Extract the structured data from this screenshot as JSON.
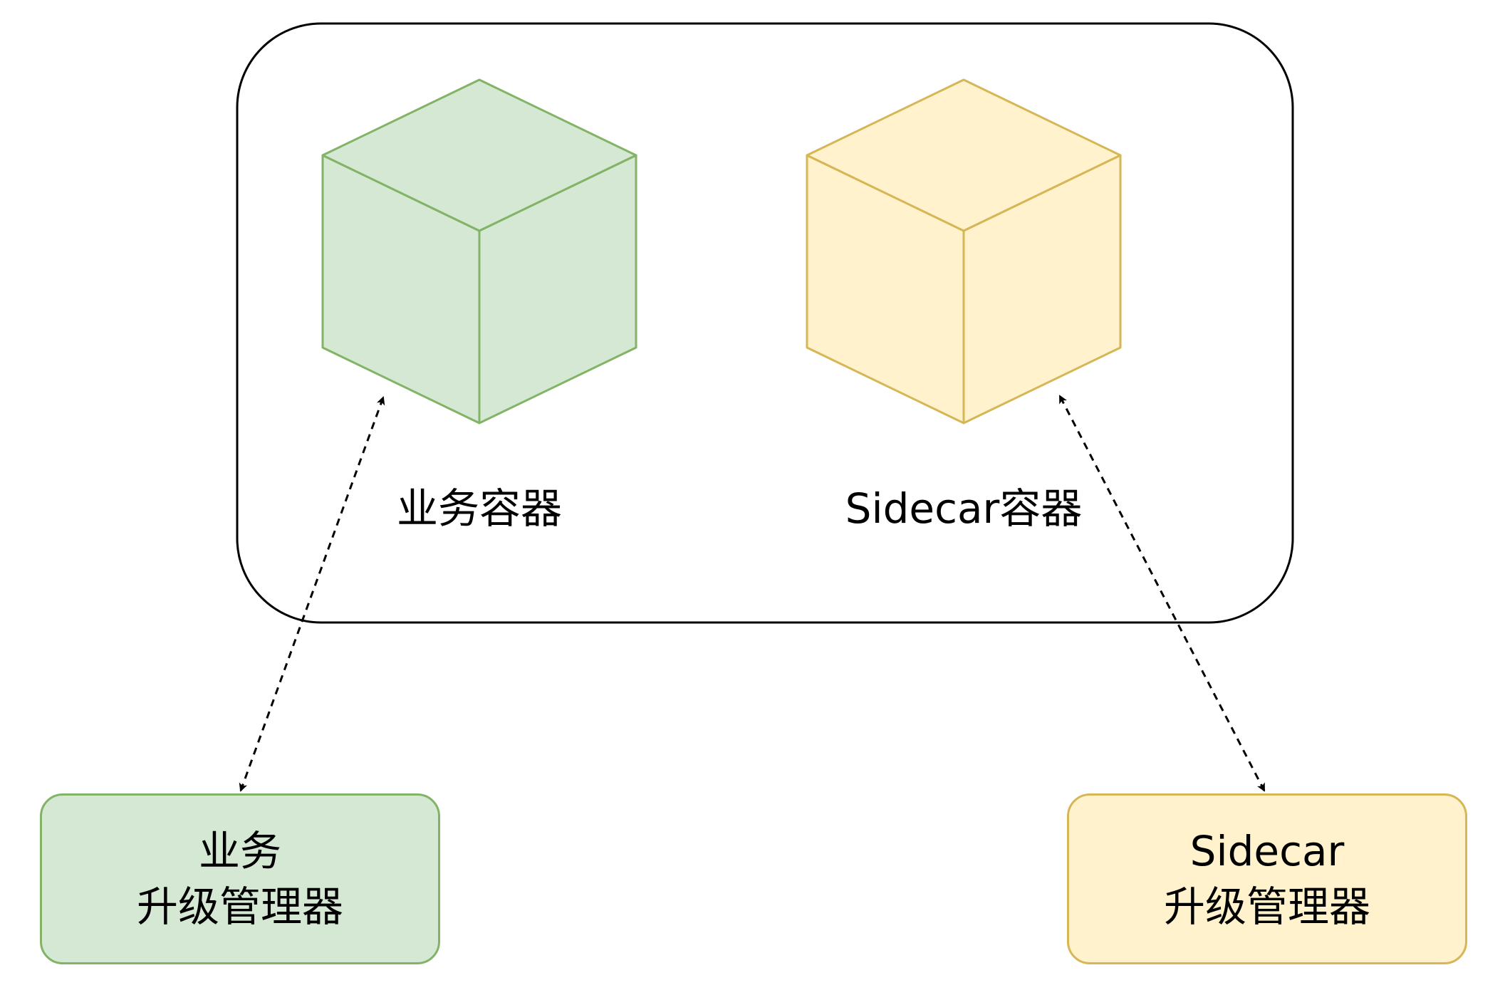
{
  "pod": {
    "business_container": {
      "label": "业务容器",
      "fill": "#d5e8d4",
      "stroke": "#82b366"
    },
    "sidecar_container": {
      "label": "Sidecar容器",
      "fill": "#fff2cc",
      "stroke": "#d6b656"
    }
  },
  "managers": {
    "business": {
      "line1": "业务",
      "line2": "升级管理器",
      "fill": "#d5e8d4",
      "stroke": "#82b366"
    },
    "sidecar": {
      "line1": "Sidecar",
      "line2": "升级管理器",
      "fill": "#fff2cc",
      "stroke": "#d6b656"
    }
  },
  "connectors": [
    {
      "from": "business-manager",
      "to": "business-container",
      "style": "dashed",
      "arrows": "both"
    },
    {
      "from": "sidecar-manager",
      "to": "sidecar-container",
      "style": "dashed",
      "arrows": "both"
    }
  ]
}
